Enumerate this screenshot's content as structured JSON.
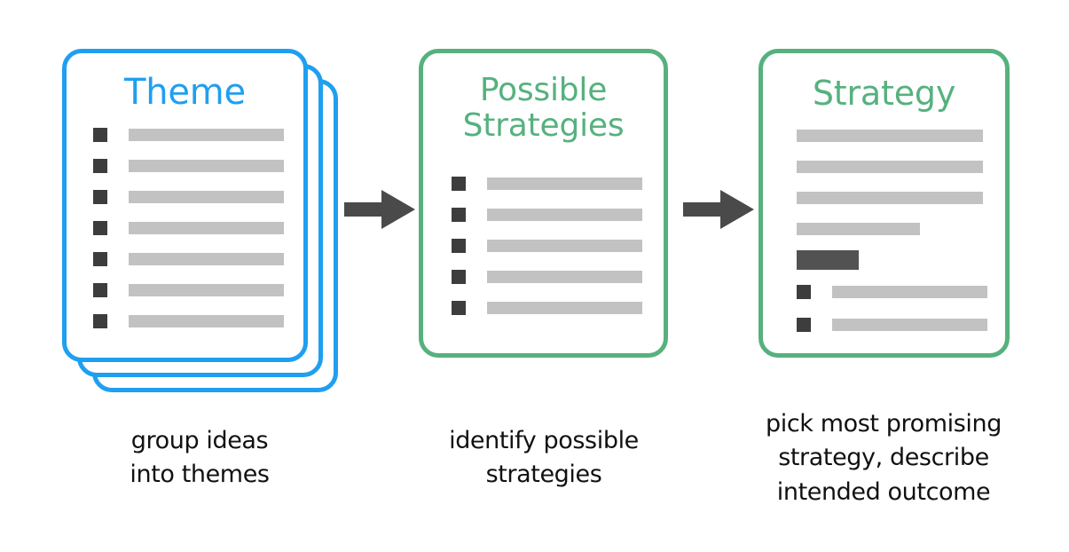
{
  "diagram": {
    "background": "#ffffff",
    "colors": {
      "blue": "#1f9ff0",
      "green": "#56b17e",
      "bar_gray": "#c2c2c2",
      "bullet_dark": "#3d3d3d",
      "dark_bar": "#525252",
      "arrow": "#4a4a4a",
      "caption_text": "#111111"
    },
    "stages": [
      {
        "id": "theme",
        "title": "Theme",
        "title_color": "#1f9ff0",
        "accent": "blue",
        "stacked": true,
        "stack_count": 3,
        "caption": "group ideas\ninto themes",
        "rows": [
          {
            "bullet": true,
            "bar_width_pct": 100
          },
          {
            "bullet": true,
            "bar_width_pct": 100
          },
          {
            "bullet": true,
            "bar_width_pct": 100
          },
          {
            "bullet": true,
            "bar_width_pct": 100
          },
          {
            "bullet": true,
            "bar_width_pct": 100
          },
          {
            "bullet": true,
            "bar_width_pct": 100
          },
          {
            "bullet": true,
            "bar_width_pct": 100
          }
        ]
      },
      {
        "id": "possible-strategies",
        "title": "Possible\nStrategies",
        "title_color": "#56b17e",
        "accent": "green",
        "stacked": false,
        "stack_count": 1,
        "caption": "identify possible\nstrategies",
        "rows": [
          {
            "bullet": true,
            "bar_width_pct": 100
          },
          {
            "bullet": true,
            "bar_width_pct": 100
          },
          {
            "bullet": true,
            "bar_width_pct": 100
          },
          {
            "bullet": true,
            "bar_width_pct": 100
          },
          {
            "bullet": true,
            "bar_width_pct": 100
          }
        ]
      },
      {
        "id": "strategy",
        "title": "Strategy",
        "title_color": "#56b17e",
        "accent": "green",
        "stacked": false,
        "stack_count": 1,
        "caption": "pick most  promising\nstrategy, describe\nintended outcome",
        "rows": [
          {
            "bullet": false,
            "bar_width_pct": 100,
            "style": "light"
          },
          {
            "bullet": false,
            "bar_width_pct": 100,
            "style": "light"
          },
          {
            "bullet": false,
            "bar_width_pct": 100,
            "style": "light"
          },
          {
            "bullet": false,
            "bar_width_pct": 66,
            "style": "light"
          },
          {
            "bullet": false,
            "bar_width_pct": 33,
            "style": "dark"
          },
          {
            "bullet": true,
            "bar_width_pct": 100,
            "style": "light"
          },
          {
            "bullet": true,
            "bar_width_pct": 100,
            "style": "light"
          }
        ]
      }
    ],
    "arrows": [
      {
        "id": "arrow-theme-to-strategies",
        "from": "theme",
        "to": "possible-strategies",
        "direction": "right"
      },
      {
        "id": "arrow-strategies-to-strategy",
        "from": "possible-strategies",
        "to": "strategy",
        "direction": "right"
      }
    ]
  }
}
